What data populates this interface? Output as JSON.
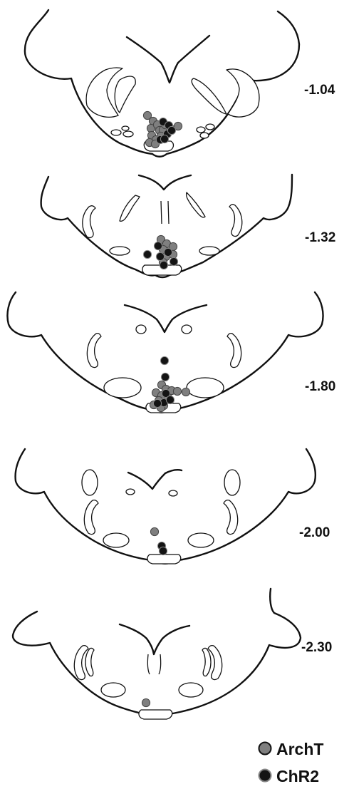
{
  "sections": [
    {
      "id": "s1",
      "level": "-1.04",
      "archt": [
        [
          207,
          162
        ],
        [
          215,
          170
        ],
        [
          212,
          180
        ],
        [
          221,
          175
        ],
        [
          213,
          190
        ],
        [
          224,
          183
        ],
        [
          219,
          196
        ],
        [
          229,
          182
        ],
        [
          239,
          180
        ],
        [
          210,
          200
        ],
        [
          226,
          191
        ],
        [
          232,
          175
        ],
        [
          250,
          177
        ],
        [
          218,
          202
        ]
      ],
      "chr2": [
        [
          229,
          171
        ],
        [
          237,
          176
        ],
        [
          235,
          188
        ],
        [
          225,
          196
        ],
        [
          231,
          195
        ],
        [
          241,
          183
        ]
      ]
    },
    {
      "id": "s2",
      "level": "-1.32",
      "archt": [
        [
          226,
          336
        ],
        [
          234,
          342
        ],
        [
          229,
          350
        ],
        [
          233,
          360
        ],
        [
          229,
          368
        ],
        [
          243,
          346
        ],
        [
          243,
          357
        ]
      ],
      "chr2": [
        [
          222,
          345
        ],
        [
          225,
          360
        ],
        [
          236,
          354
        ],
        [
          244,
          367
        ],
        [
          207,
          357
        ],
        [
          230,
          372
        ]
      ]
    },
    {
      "id": "s3",
      "level": "-1.80",
      "archt": [
        [
          227,
          540
        ],
        [
          233,
          546
        ],
        [
          219,
          551
        ],
        [
          227,
          555
        ],
        [
          241,
          548
        ],
        [
          249,
          549
        ],
        [
          223,
          562
        ],
        [
          230,
          569
        ],
        [
          226,
          572
        ],
        [
          236,
          558
        ],
        [
          261,
          550
        ],
        [
          216,
          568
        ]
      ],
      "chr2": [
        [
          231,
          506
        ],
        [
          232,
          529
        ],
        [
          233,
          552
        ],
        [
          230,
          565
        ],
        [
          221,
          566
        ],
        [
          239,
          561
        ]
      ]
    },
    {
      "id": "s4",
      "level": "-2.00",
      "archt": [
        [
          217,
          746
        ]
      ],
      "chr2": [
        [
          227,
          766
        ],
        [
          229,
          773
        ]
      ]
    },
    {
      "id": "s5",
      "level": "-2.30",
      "archt": [
        [
          205,
          986
        ]
      ],
      "chr2": []
    }
  ],
  "legend": [
    {
      "label": "ArchT",
      "color": "#7f7f7f"
    },
    {
      "label": "ChR2",
      "color": "#141414"
    }
  ]
}
